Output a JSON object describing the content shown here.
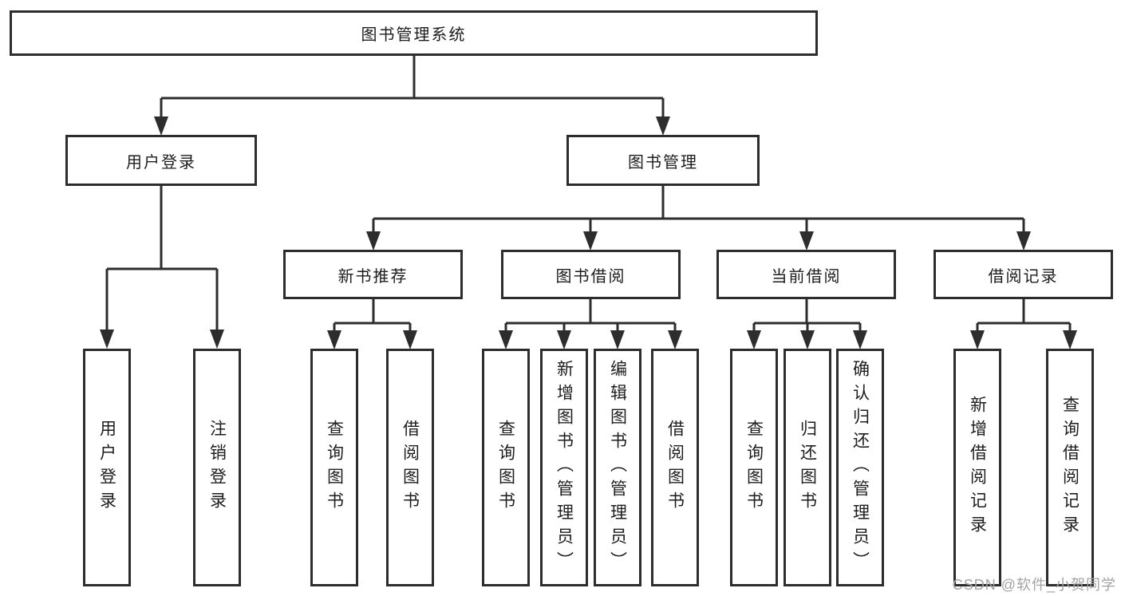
{
  "diagram_title": "图书管理系统",
  "colors": {
    "line": "#2d2d2d",
    "text": "#1d1d1d",
    "background": "#ffffff",
    "watermark": "#a3a3a3"
  },
  "tree": {
    "label": "图书管理系统",
    "children": [
      {
        "label": "用户登录",
        "children": [
          {
            "label": "用户登录"
          },
          {
            "label": "注销登录"
          }
        ]
      },
      {
        "label": "图书管理",
        "children": [
          {
            "label": "新书推荐",
            "children": [
              {
                "label": "查询图书"
              },
              {
                "label": "借阅图书"
              }
            ]
          },
          {
            "label": "图书借阅",
            "children": [
              {
                "label": "查询图书"
              },
              {
                "label": "新增图书（管理员）"
              },
              {
                "label": "编辑图书（管理员）"
              },
              {
                "label": "借阅图书"
              }
            ]
          },
          {
            "label": "当前借阅",
            "children": [
              {
                "label": "查询图书"
              },
              {
                "label": "归还图书"
              },
              {
                "label": "确认归还（管理员）"
              }
            ]
          },
          {
            "label": "借阅记录",
            "children": [
              {
                "label": "新增借阅记录"
              },
              {
                "label": "查询借阅记录"
              }
            ]
          }
        ]
      }
    ]
  },
  "watermark": "CSDN @软件_小贺同学"
}
